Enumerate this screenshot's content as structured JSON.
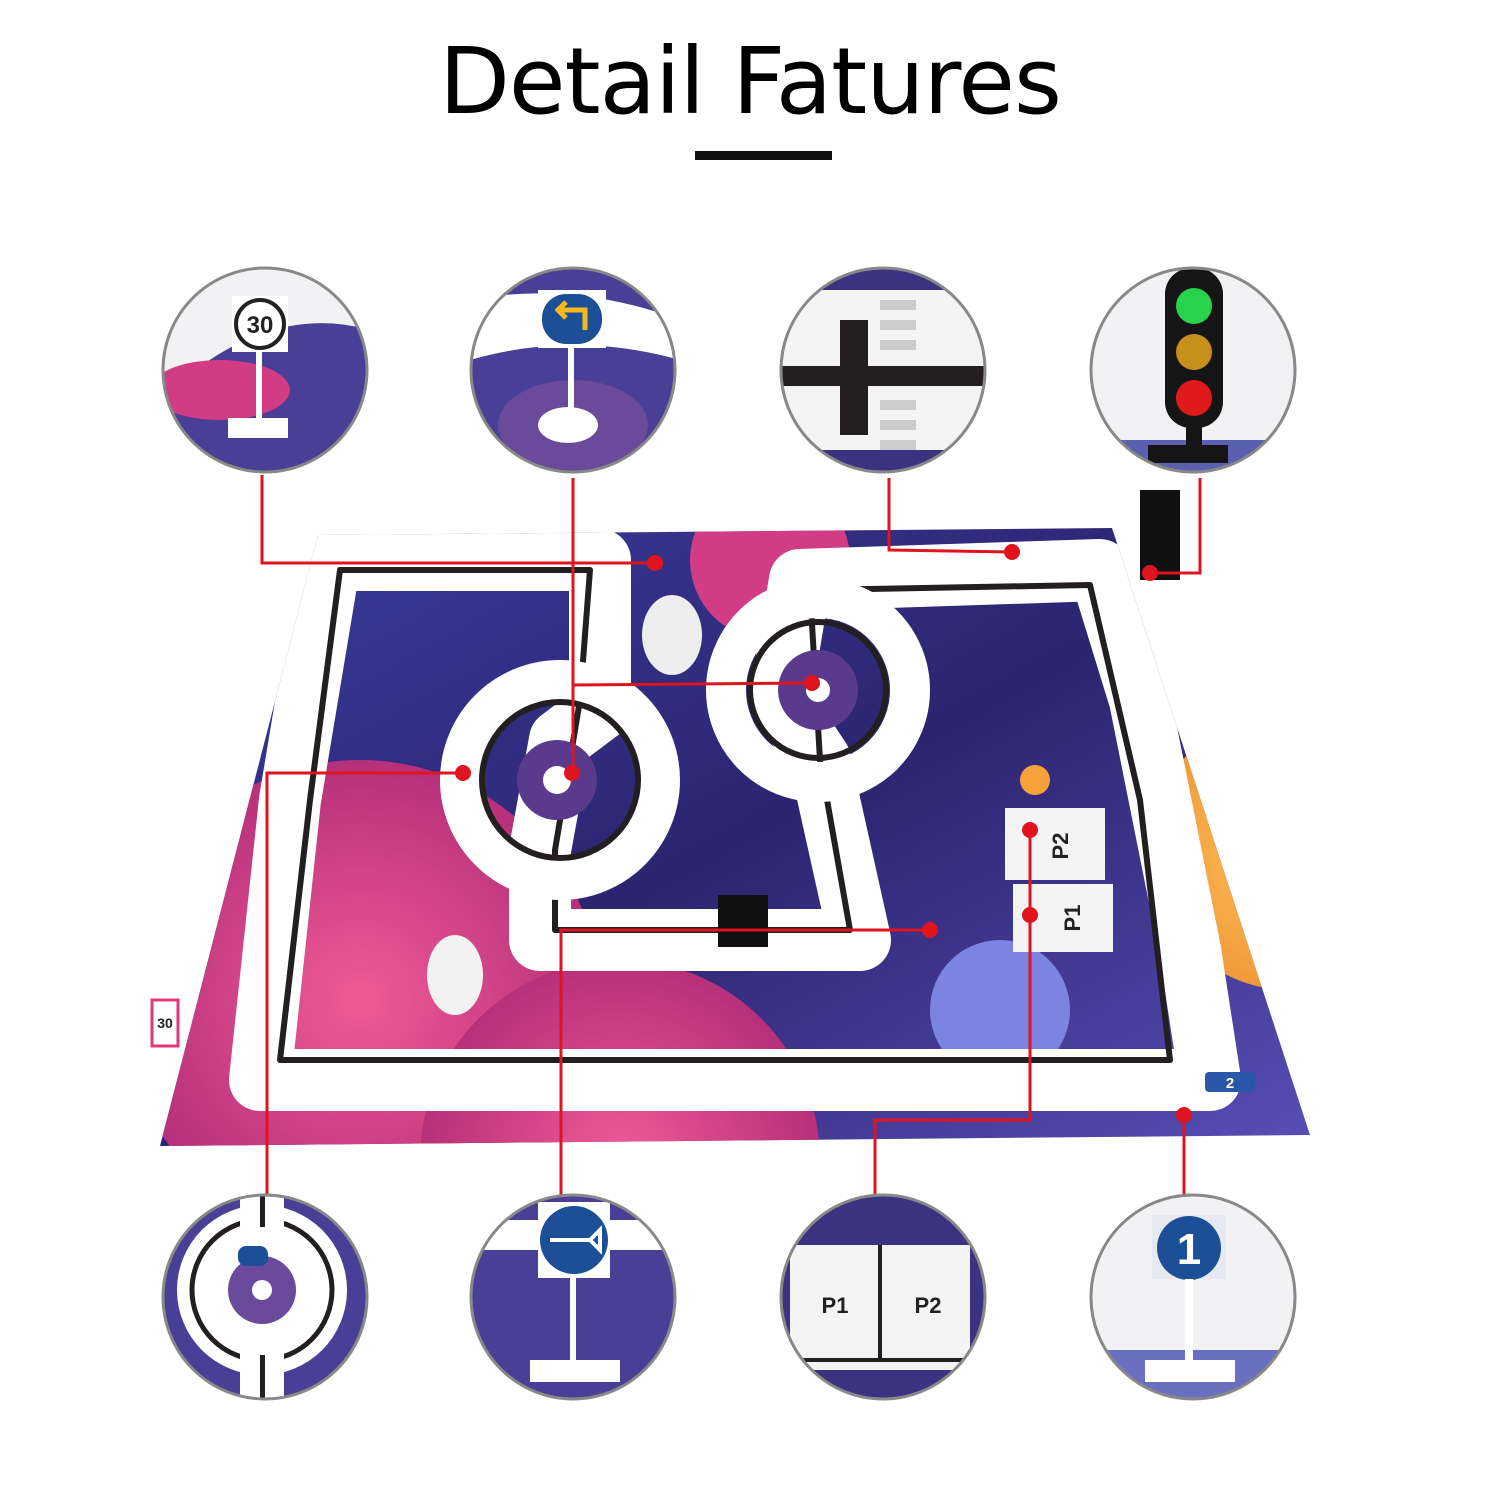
{
  "title": "Detail Fatures",
  "colors": {
    "accent_line": "#e0141e",
    "mat_purple": "#3b2a8a",
    "mat_pink": "#e0387a",
    "track": "#ffffff",
    "track_line": "#231f20"
  },
  "details": [
    {
      "icon": "speed-limit-sign-icon",
      "text": "30"
    },
    {
      "icon": "turn-left-sign-icon",
      "text": ""
    },
    {
      "icon": "track-crossing-icon",
      "text": ""
    },
    {
      "icon": "traffic-light-icon",
      "text": ""
    },
    {
      "icon": "roundabout-icon",
      "text": ""
    },
    {
      "icon": "horn-sign-icon",
      "text": ""
    },
    {
      "icon": "parking-spots-icon",
      "labels": [
        "P1",
        "P2"
      ]
    },
    {
      "icon": "number-sign-icon",
      "text": "1"
    }
  ],
  "mat": {
    "parking": [
      "P1",
      "P2"
    ],
    "sign_2": "2",
    "sign_30": "30"
  }
}
